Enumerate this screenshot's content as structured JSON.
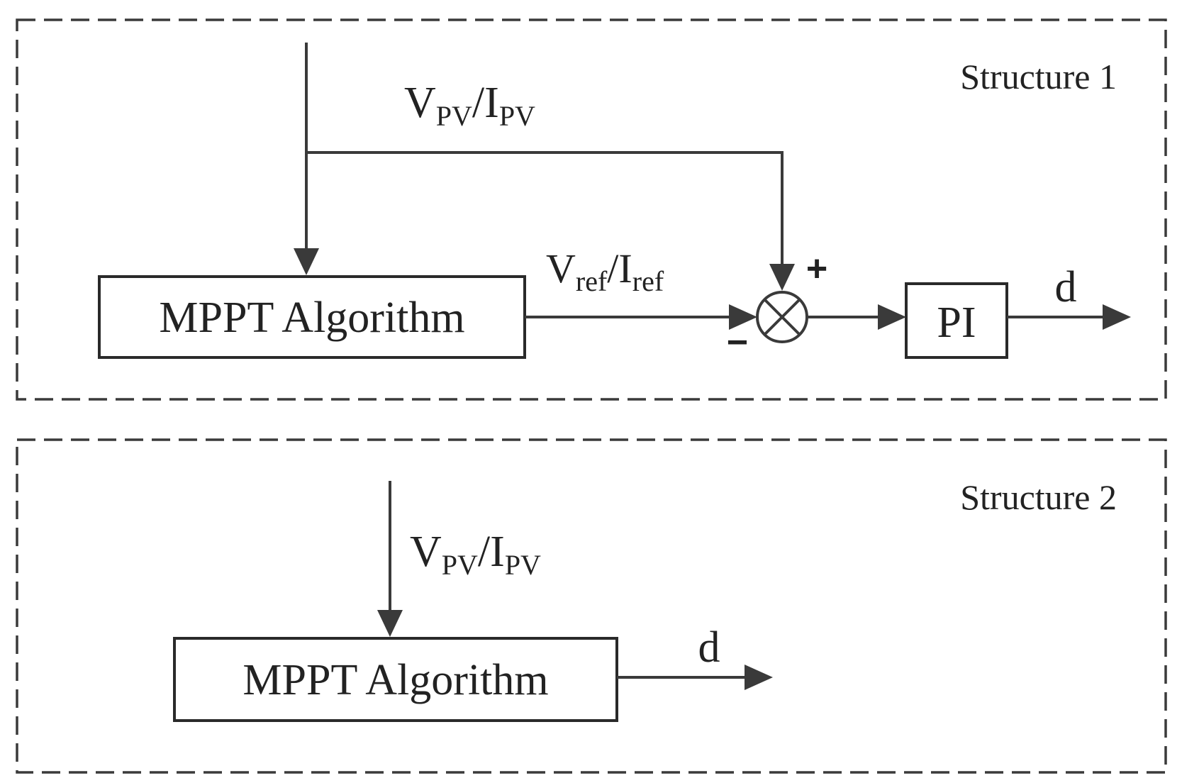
{
  "structure1": {
    "title": "Structure 1",
    "input_label": {
      "v": "V",
      "v_sub": "PV",
      "sep": "/",
      "i": "I",
      "i_sub": "PV"
    },
    "mppt_block_label": "MPPT Algorithm",
    "ref_label": {
      "v": "V",
      "v_sub": "ref",
      "sep": "/",
      "i": "I",
      "i_sub": "ref"
    },
    "sum_plus": "+",
    "sum_minus": "−",
    "pi_block_label": "PI",
    "output_label": "d"
  },
  "structure2": {
    "title": "Structure 2",
    "input_label": {
      "v": "V",
      "v_sub": "PV",
      "sep": "/",
      "i": "I",
      "i_sub": "PV"
    },
    "mppt_block_label": "MPPT Algorithm",
    "output_label": "d"
  },
  "colors": {
    "line": "#3a3a3a",
    "text": "#222222",
    "background": "#ffffff"
  }
}
